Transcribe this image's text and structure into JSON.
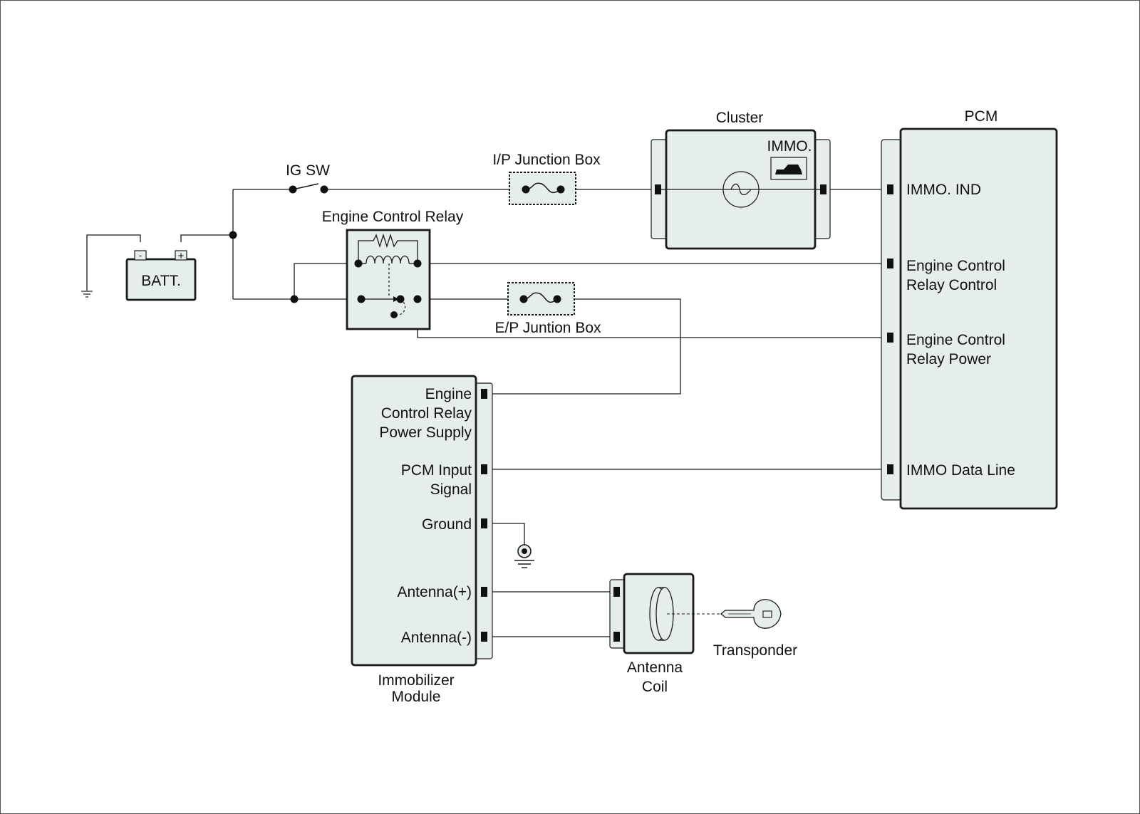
{
  "components": {
    "battery": {
      "label": "BATT.",
      "neg": "-",
      "pos": "+"
    },
    "ig_switch": {
      "label": "IG SW"
    },
    "engine_control_relay": {
      "label": "Engine Control Relay"
    },
    "ip_junction_box": {
      "label": "I/P Junction Box"
    },
    "ep_junction_box": {
      "label": "E/P Juntion Box"
    },
    "cluster": {
      "label": "Cluster",
      "immo_label": "IMMO."
    },
    "pcm": {
      "label": "PCM",
      "pins": {
        "immo_ind": "IMMO. IND",
        "ecr_control_1": "Engine Control",
        "ecr_control_2": "Relay Control",
        "ecr_power_1": "Engine Control",
        "ecr_power_2": "Relay Power",
        "immo_data": "IMMO Data Line"
      }
    },
    "immobilizer": {
      "label_1": "Immobilizer",
      "label_2": "Module",
      "pins": {
        "ecr_supply_1": "Engine",
        "ecr_supply_2": "Control Relay",
        "ecr_supply_3": "Power Supply",
        "pcm_input_1": "PCM Input",
        "pcm_input_2": "Signal",
        "ground": "Ground",
        "antenna_pos": "Antenna(+)",
        "antenna_neg": "Antenna(-)"
      }
    },
    "antenna_coil": {
      "label_1": "Antenna",
      "label_2": "Coil"
    },
    "transponder": {
      "label": "Transponder"
    }
  },
  "colors": {
    "box_fill": "#e6eded",
    "line": "#1a1a1a"
  }
}
